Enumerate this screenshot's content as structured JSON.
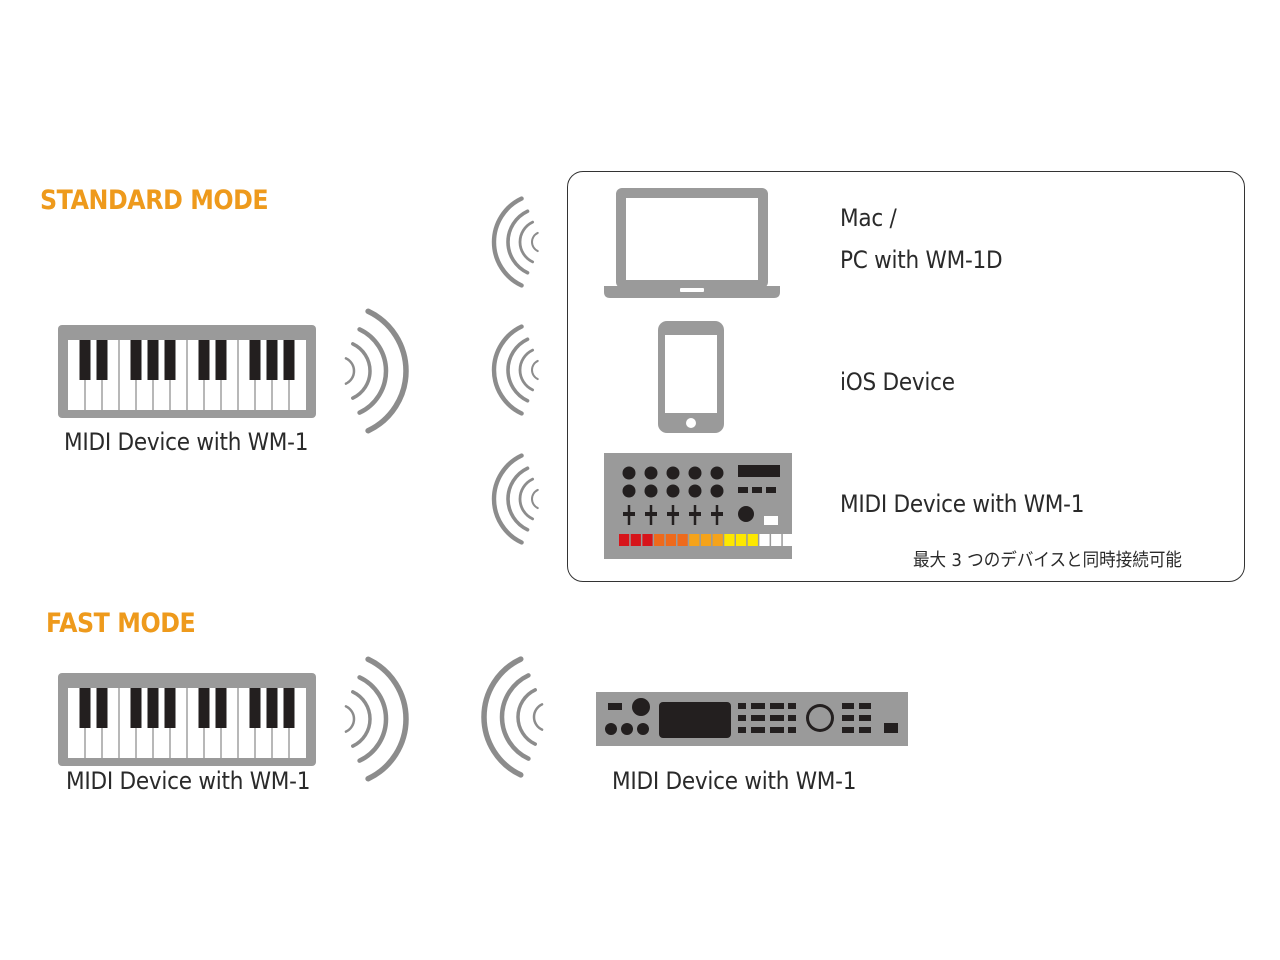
{
  "standard_mode": {
    "title": "STANDARD MODE",
    "source_label": "MIDI Device with WM-1",
    "targets": [
      {
        "label_line1": "Mac /",
        "label_line2": "PC with WM-1D",
        "icon": "laptop-icon"
      },
      {
        "label": "iOS Device",
        "icon": "smartphone-icon"
      },
      {
        "label": "MIDI Device with WM-1",
        "icon": "drum-machine-icon"
      }
    ],
    "note": "最大 3 つのデバイスと同時接続可能"
  },
  "fast_mode": {
    "title": "FAST MODE",
    "source_label": "MIDI Device with WM-1",
    "target_label": "MIDI Device with WM-1"
  },
  "colors": {
    "accent": "#EE9A1C",
    "device_gray": "#9a9a9a",
    "dark": "#231f1f",
    "signal_gray": "#8c8c8c"
  }
}
